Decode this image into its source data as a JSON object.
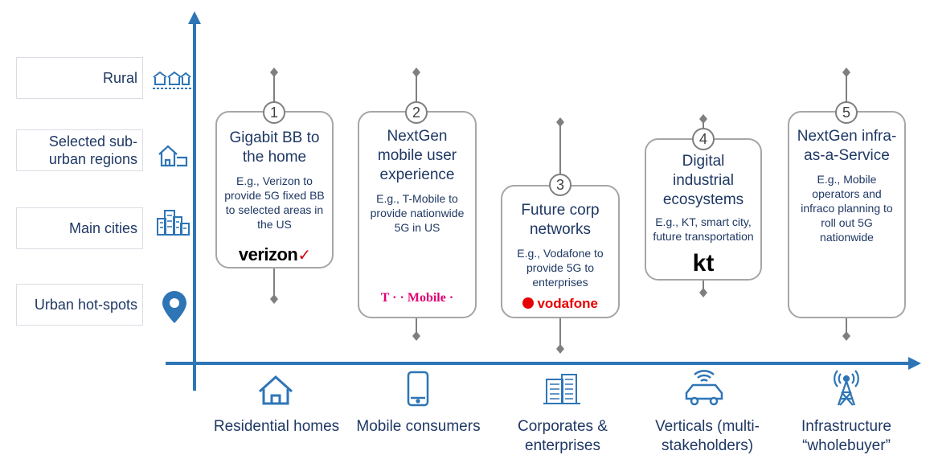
{
  "y_axis_levels": [
    {
      "label": "Rural",
      "icon": "rural-houses-icon"
    },
    {
      "label": "Selected sub-urban regions",
      "icon": "suburban-house-icon"
    },
    {
      "label": "Main cities",
      "icon": "city-buildings-icon"
    },
    {
      "label": "Urban hot-spots",
      "icon": "location-pin-icon"
    }
  ],
  "x_axis_categories": [
    {
      "label": "Residential homes",
      "icon": "home-icon"
    },
    {
      "label": "Mobile consumers",
      "icon": "smartphone-icon"
    },
    {
      "label": "Corporates & enterprises",
      "icon": "office-building-icon"
    },
    {
      "label": "Verticals (multi-stakeholders)",
      "icon": "connected-car-icon"
    },
    {
      "label": "Infrastructure “wholebuyer”",
      "icon": "cell-tower-icon"
    }
  ],
  "cards": [
    {
      "number": "1",
      "title": "Gigabit BB to the home",
      "desc": "E.g., Verizon to provide 5G fixed BB to selected areas in the US",
      "logo": "verizon",
      "logo_text": "verizon"
    },
    {
      "number": "2",
      "title": "NextGen mobile user experience",
      "desc": "E.g., T-Mobile to provide nationwide 5G in US",
      "logo": "t-mobile",
      "logo_text": "T · · Mobile ·"
    },
    {
      "number": "3",
      "title": "Future corp networks",
      "desc": "E.g., Vodafone to provide 5G to enterprises",
      "logo": "vodafone",
      "logo_text": "vodafone"
    },
    {
      "number": "4",
      "title": "Digital industrial ecosystems",
      "desc": "E.g., KT, smart city, future transportation",
      "logo": "kt",
      "logo_text": "kt"
    },
    {
      "number": "5",
      "title": "NextGen infra-as-a-Service",
      "desc": "E.g., Mobile operators and infraco planning to roll out 5G nationwide",
      "logo": "",
      "logo_text": ""
    }
  ],
  "colors": {
    "axis": "#2e75b6",
    "icon": "#2e75b6",
    "text": "#1f3864",
    "card_border": "#a6a6a6",
    "range_line": "#7f7f7f",
    "verizon_red": "#cd040b",
    "tmobile_magenta": "#e20074",
    "vodafone_red": "#e60000",
    "kt_red": "#e4002b"
  }
}
